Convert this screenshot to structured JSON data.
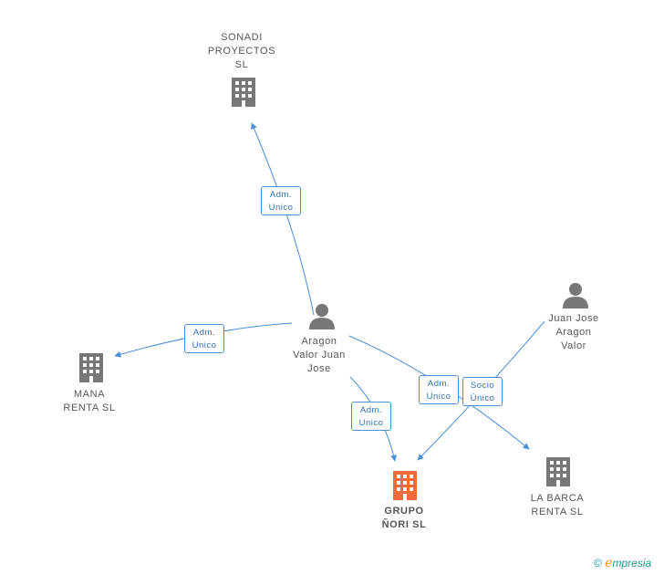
{
  "colors": {
    "edge": "#4a8fd8",
    "icon": "#777777",
    "primary_icon": "#f06a3a",
    "label": "#555555"
  },
  "nodes": {
    "sonadi": {
      "label": "SONADI\nPROYECTOS\nSL",
      "icon": "building-icon"
    },
    "mana": {
      "label": "MANA\nRENTA  SL",
      "icon": "building-icon"
    },
    "grupo": {
      "label": "GRUPO\nÑORI SL",
      "icon": "building-icon"
    },
    "la_barca": {
      "label": "LA BARCA\nRENTA  SL",
      "icon": "building-icon"
    },
    "aragon_valor": {
      "label": "Aragon\nValor Juan\nJose",
      "icon": "person-icon"
    },
    "juan_jose": {
      "label": "Juan Jose\nAragon\nValor",
      "icon": "person-icon"
    }
  },
  "edges": {
    "to_sonadi": {
      "label": "Adm.\nUnico"
    },
    "to_mana": {
      "label": "Adm.\nUnico"
    },
    "to_grupo": {
      "label": "Adm.\nUnico"
    },
    "to_la_barca": {
      "label": "Adm.\nUnico"
    },
    "socio": {
      "label": "Socio\nÚnico"
    }
  },
  "footer": {
    "copyright": "©",
    "brand_e": "e",
    "brand_rest": "mpresia"
  }
}
